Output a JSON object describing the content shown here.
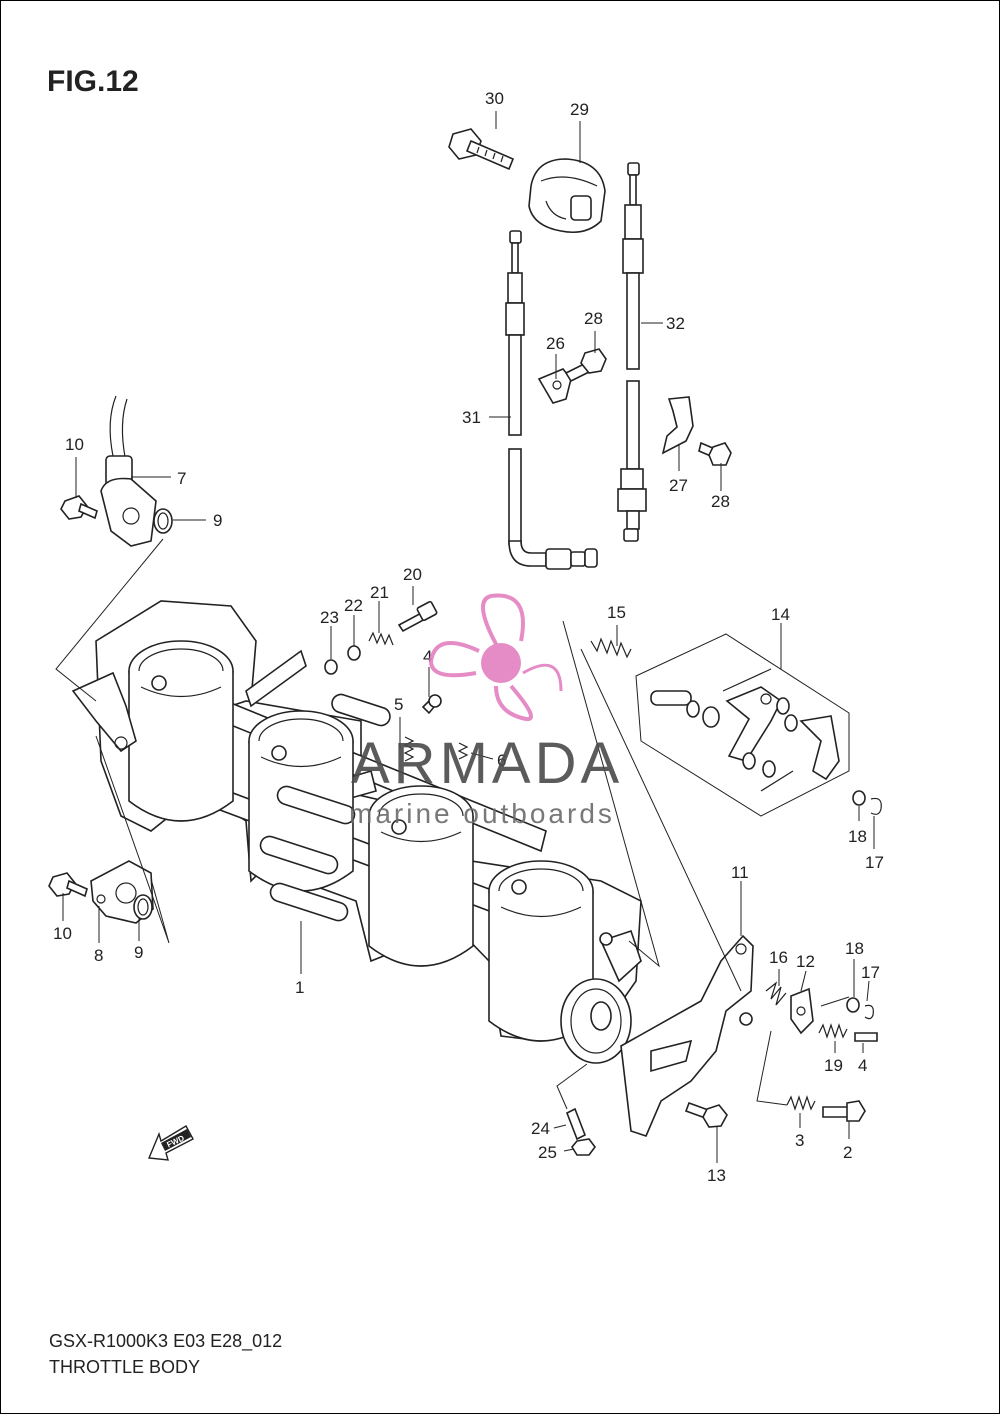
{
  "figure": {
    "title": "FIG.12"
  },
  "footer": {
    "model_code": "GSX-R1000K3 E03 E28_012",
    "section_name": "THROTTLE BODY"
  },
  "watermark": {
    "brand": "ARMADA",
    "tagline": "marine outboards",
    "color": "#e37fc0"
  },
  "fwd_badge": {
    "label": "FWD"
  },
  "callouts": [
    "30",
    "29",
    "28",
    "26",
    "32",
    "31",
    "27",
    "28",
    "10",
    "7",
    "9",
    "20",
    "21",
    "22",
    "23",
    "4",
    "15",
    "14",
    "5",
    "6",
    "18",
    "17",
    "11",
    "16",
    "12",
    "18",
    "17",
    "10",
    "8",
    "9",
    "1",
    "19",
    "4",
    "24",
    "25",
    "13",
    "3",
    "2"
  ]
}
